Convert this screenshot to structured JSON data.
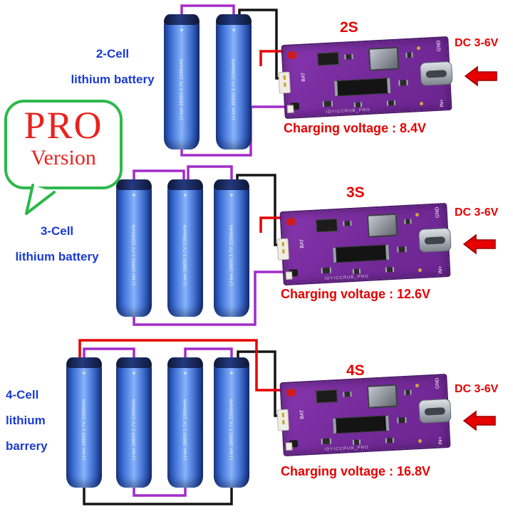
{
  "pro_badge": {
    "line1": "PRO",
    "line2": "Version"
  },
  "battery": {
    "plus": "+",
    "label": "Li-ion 18650 3.7V 2200mAh"
  },
  "board_text": {
    "bat": "BAT",
    "gnd": "GND",
    "in": "IN+",
    "silkscreen": "IDYICCRUB_PRO"
  },
  "sections": [
    {
      "cells": 2,
      "board_label": "2S",
      "dc_label": "DC 3-6V",
      "cell_label_1": "2-Cell",
      "cell_label_2": "lithium battery",
      "charging_label": "Charging voltage : 8.4V"
    },
    {
      "cells": 3,
      "board_label": "3S",
      "dc_label": "DC 3-6V",
      "cell_label_1": "3-Cell",
      "cell_label_2": "lithium battery",
      "charging_label": "Charging voltage : 12.6V"
    },
    {
      "cells": 4,
      "board_label": "4S",
      "dc_label": "DC 3-6V",
      "cell_label_1": "4-Cell",
      "cell_label_2": "lithium",
      "cell_label_3": "barrery",
      "charging_label": "Charging voltage : 16.8V"
    }
  ],
  "colors": {
    "heading_blue": "#1a3bd4",
    "accent_red": "#e60000",
    "pcb_purple": "#7b2fa3",
    "battery_blue": "#4a78e0",
    "wire_purple": "#a22cc8",
    "wire_black": "#151515",
    "bubble_green": "#2db84b"
  }
}
